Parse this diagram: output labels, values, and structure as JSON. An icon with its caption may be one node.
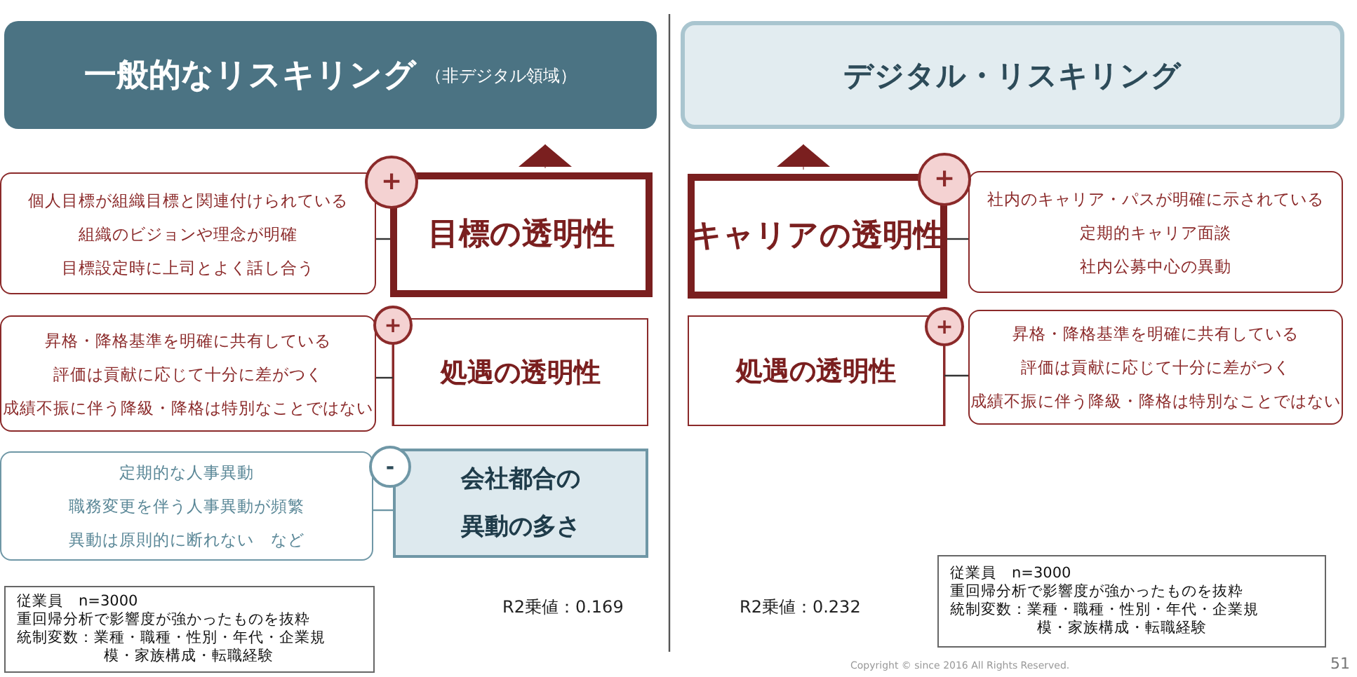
{
  "diagram": {
    "nodes": [
      {
        "text": [
          "一般的なリスキリング",
          "（非デジタル領域）"
        ]
      },
      {
        "text": [
          "デジタル・リスキリング"
        ]
      },
      {
        "text": [
          "個人目標が組織目標と関連付けられている",
          "組織のビジョンや理念が明確",
          "目標設定時に上司とよく話し合う"
        ]
      },
      {
        "text": [
          "目標の透明性"
        ]
      },
      {
        "text": [
          "+"
        ]
      },
      {
        "text": [
          "昇格・降格基準を明確に共有している",
          "評価は貢献に応じて十分に差がつく",
          "成績不振に伴う降級・降格は特別なことではない"
        ]
      },
      {
        "text": [
          "処遇の透明性"
        ]
      },
      {
        "text": [
          "+"
        ]
      },
      {
        "text": [
          "定期的な人事異動",
          "職務変更を伴う人事異動が頻繁",
          "異動は原則的に断れない　など"
        ]
      },
      {
        "text": [
          "会社都合の異動の多さ"
        ]
      },
      {
        "text": [
          "-"
        ]
      },
      {
        "text": [
          "従業員　n=3000",
          "重回帰分析で影響度が強かったものを抜粋",
          "統制変数：業種・職種・性別・年代・企業規模・家族構成・転職経験"
        ]
      },
      {
        "text": [
          "キャリアの透明性"
        ]
      },
      {
        "text": [
          "+"
        ]
      },
      {
        "text": [
          "社内のキャリア・パスが明確に示されている",
          "定期的キャリア面談",
          "社内公募中心の異動"
        ]
      },
      {
        "text": [
          "処遇の透明性"
        ]
      },
      {
        "text": [
          "+"
        ]
      },
      {
        "text": [
          "昇格・降格基準を明確に共有している",
          "評価は貢献に応じて十分に差がつく",
          "成績不振に伴う降級・降格は特別なことではない"
        ]
      },
      {
        "text": [
          "従業員　n=3000",
          "重回帰分析で影響度が強かったものを抜粋",
          "統制変数：業種・職種・性別・年代・企業規模・家族構成・転職経験"
        ]
      }
    ],
    "edges": [
      {
        "from": 2,
        "to": 3,
        "arrow": "none"
      },
      {
        "from": 5,
        "to": 6,
        "arrow": "none"
      },
      {
        "from": 8,
        "to": 9,
        "arrow": "none",
        "color": "#6f97a6"
      },
      {
        "from": 14,
        "to": 12,
        "arrow": "none"
      },
      {
        "from": 17,
        "to": 15,
        "arrow": "none"
      },
      {
        "from": 3,
        "to": 0,
        "arrow": "to"
      },
      {
        "from": 12,
        "to": 1,
        "arrow": "to"
      }
    ],
    "labels": [
      "R2乗値：0.169",
      "R2乗値：0.232",
      "Copyright © since 2016 All Rights Reserved.",
      "51"
    ]
  }
}
